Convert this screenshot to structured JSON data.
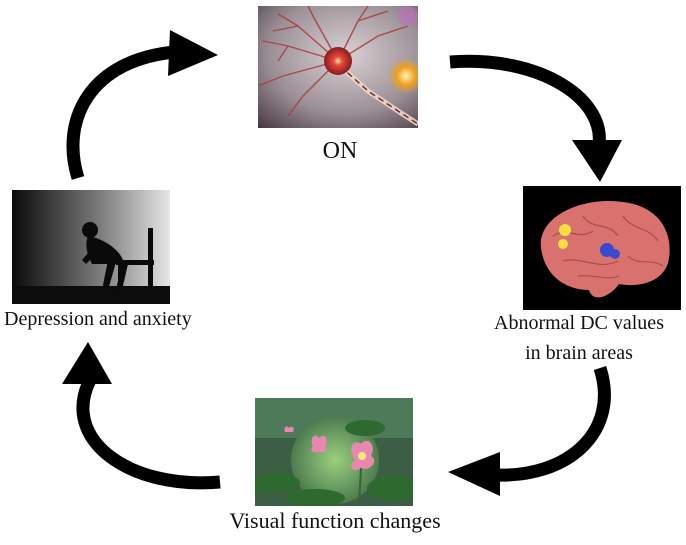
{
  "diagram": {
    "nodes": [
      {
        "id": "on",
        "label": "ON",
        "image": "neuron-image"
      },
      {
        "id": "brain",
        "label_lines": [
          "Abnormal DC values",
          "in brain areas"
        ],
        "image": "brain-scan-image"
      },
      {
        "id": "visual",
        "label": "Visual function changes",
        "image": "lotus-flower-image"
      },
      {
        "id": "depression",
        "label": "Depression and anxiety",
        "image": "sad-person-silhouette-image"
      }
    ],
    "edges": [
      {
        "from": "on",
        "to": "brain"
      },
      {
        "from": "brain",
        "to": "visual"
      },
      {
        "from": "visual",
        "to": "depression"
      },
      {
        "from": "depression",
        "to": "on"
      }
    ],
    "arrow_color": "#000000"
  }
}
